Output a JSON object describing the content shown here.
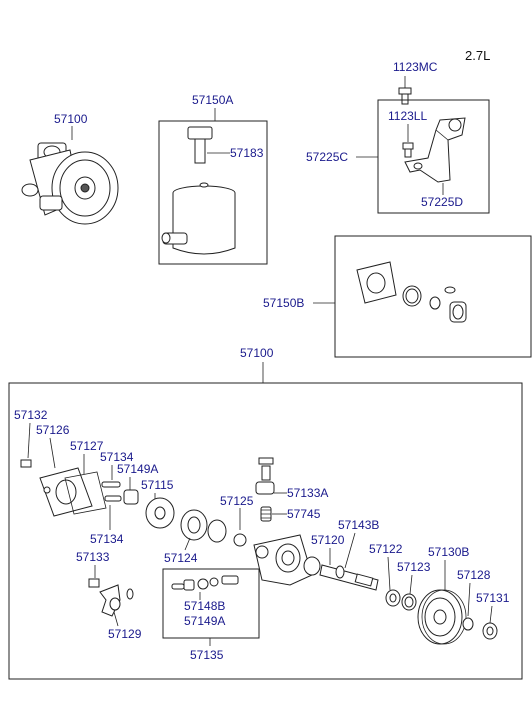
{
  "engine_variant": "2.7L",
  "labels": {
    "p57100_top": "57100",
    "p57150A": "57150A",
    "p57183": "57183",
    "p1123MC": "1123MC",
    "p1123LL": "1123LL",
    "p57225C": "57225C",
    "p57225D": "57225D",
    "p57150B": "57150B",
    "p57100_exploded": "57100",
    "p57132": "57132",
    "p57126": "57126",
    "p57127": "57127",
    "p57134_a": "57134",
    "p57149A_a": "57149A",
    "p57115": "57115",
    "p57125": "57125",
    "p57133A": "57133A",
    "p57745": "57745",
    "p57134_b": "57134",
    "p57143B": "57143B",
    "p57120": "57120",
    "p57122": "57122",
    "p57130B": "57130B",
    "p57124": "57124",
    "p57133": "57133",
    "p57123": "57123",
    "p57128": "57128",
    "p57131": "57131",
    "p57148B": "57148B",
    "p57149A_b": "57149A",
    "p57129": "57129",
    "p57135": "57135"
  },
  "colors": {
    "label": "#1a1a8c",
    "line": "#222222",
    "background": "#ffffff"
  }
}
